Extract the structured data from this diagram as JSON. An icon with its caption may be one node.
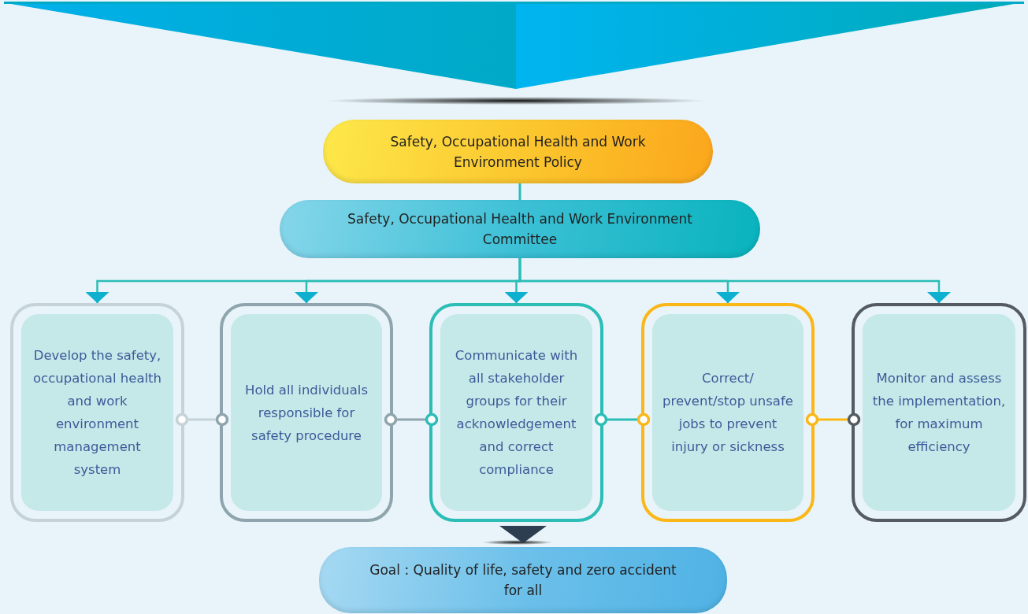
{
  "diagram": {
    "nodes": [
      {
        "text": [
          "Safety, Occupational Health and Work Environment Policy"
        ]
      },
      {
        "text": [
          "Safety, Occupational Health and Work Environment Committee"
        ]
      },
      {
        "text": [
          "Develop the safety, occupational health and work environment management system"
        ]
      },
      {
        "text": [
          "Hold all individuals responsible for safety procedure"
        ]
      },
      {
        "text": [
          "Communicate with all stakeholder groups for their acknowledgement and correct compliance"
        ]
      },
      {
        "text": [
          "Correct/ prevent/stop unsafe jobs to prevent injury or sickness"
        ]
      },
      {
        "text": [
          "Monitor and assess the implementation, for maximum efficiency"
        ]
      },
      {
        "text": [
          "Goal : Quality of life, safety and zero accident for all"
        ]
      }
    ],
    "edges": [
      {
        "from": 0,
        "to": 1,
        "arrow": "none"
      },
      {
        "from": 1,
        "to": 2,
        "arrow": "to"
      },
      {
        "from": 1,
        "to": 3,
        "arrow": "to"
      },
      {
        "from": 1,
        "to": 4,
        "arrow": "to"
      },
      {
        "from": 1,
        "to": 5,
        "arrow": "to"
      },
      {
        "from": 1,
        "to": 6,
        "arrow": "to"
      },
      {
        "from": 2,
        "to": 3,
        "arrow": "other",
        "color": "#c5d3d8"
      },
      {
        "from": 3,
        "to": 4,
        "arrow": "other",
        "color": "#8fa5ad"
      },
      {
        "from": 4,
        "to": 5,
        "arrow": "other",
        "color": "#2bbdb6"
      },
      {
        "from": 5,
        "to": 6,
        "arrow": "other",
        "color": "#fbb718"
      },
      {
        "from": 4,
        "to": 7,
        "arrow": "to",
        "color": "#2c3e50"
      }
    ]
  }
}
